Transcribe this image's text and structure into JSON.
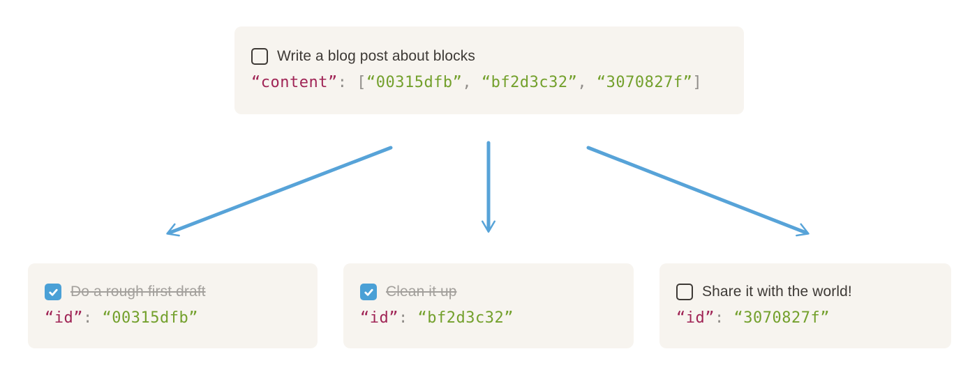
{
  "colors": {
    "page_bg": "#ffffff",
    "card_bg": "#f7f4ef",
    "text": "#3d3935",
    "done_text": "#a3a09c",
    "code_key": "#a02556",
    "code_value": "#73a02c",
    "code_punct": "#908d89",
    "arrow": "#57a3d8",
    "checkbox_border": "#3d3935",
    "checkbox_checked": "#4aa0d6",
    "checkmark": "#ffffff"
  },
  "cards": [
    {
      "role": "parent-task",
      "task": "Write a blog post about blocks",
      "checked": false,
      "code": [
        {
          "t": "“content”"
        },
        {
          "t": ": ["
        },
        {
          "t": "“00315dfb”"
        },
        {
          "t": ", "
        },
        {
          "t": "“bf2d3c32”"
        },
        {
          "t": ", "
        },
        {
          "t": "“3070827f”"
        },
        {
          "t": "]"
        }
      ]
    },
    {
      "role": "child-task",
      "task": "Do a rough first draft",
      "checked": true,
      "code": [
        {
          "t": "“id”"
        },
        {
          "t": ": "
        },
        {
          "t": "“00315dfb”"
        }
      ]
    },
    {
      "role": "child-task",
      "task": "Clean it up",
      "checked": true,
      "code": [
        {
          "t": "“id”"
        },
        {
          "t": ": "
        },
        {
          "t": "“bf2d3c32”"
        }
      ]
    },
    {
      "role": "child-task",
      "task": "Share it with the world!",
      "checked": false,
      "code": [
        {
          "t": "“id”"
        },
        {
          "t": ": "
        },
        {
          "t": "“3070827f”"
        }
      ]
    }
  ]
}
